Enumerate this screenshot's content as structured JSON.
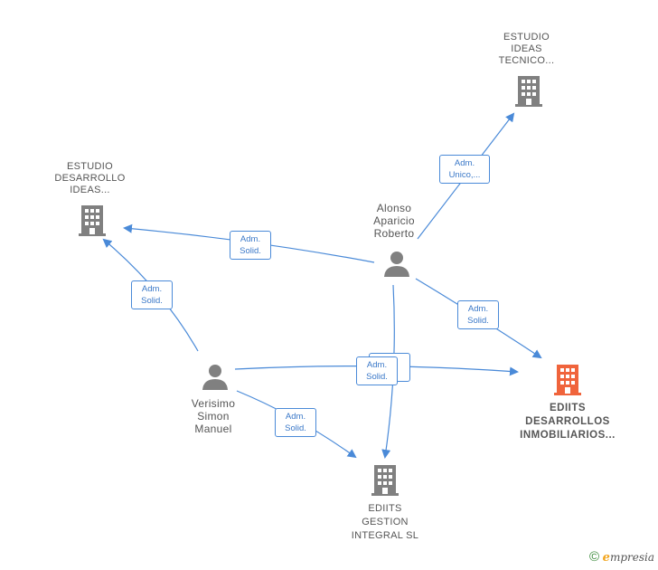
{
  "nodes": {
    "estudio_ideas_tecnico": {
      "label": [
        "ESTUDIO",
        "IDEAS",
        "TECNICO..."
      ]
    },
    "estudio_desarrollo_ideas": {
      "label": [
        "ESTUDIO",
        "DESARROLLO",
        "IDEAS..."
      ]
    },
    "alonso_aparicio_roberto": {
      "label": [
        "Alonso",
        "Aparicio",
        "Roberto"
      ]
    },
    "verisimo_simon_manuel": {
      "label": [
        "Verisimo",
        "Simon",
        "Manuel"
      ]
    },
    "ediits_desarrollos": {
      "label": [
        "EDIITS",
        "DESARROLLOS",
        "INMOBILIARIOS..."
      ]
    },
    "ediits_gestion": {
      "label": [
        "EDIITS",
        "GESTION",
        "INTEGRAL SL"
      ]
    }
  },
  "edges": {
    "alonso_to_estudio_ideas": [
      "Adm.",
      "Unico,..."
    ],
    "alonso_to_estudio_desarrollo": [
      "Adm.",
      "Solid."
    ],
    "verisimo_to_estudio_desarrollo": [
      "Adm.",
      "Solid."
    ],
    "alonso_to_ediits_desarrollos": [
      "Adm.",
      "Solid."
    ],
    "verisimo_to_ediits_desarrollos": [
      "Adm.",
      "Solid."
    ],
    "verisimo_to_ediits_gestion": [
      "Adm.",
      "Solid."
    ]
  },
  "colors": {
    "edge": "#4a8ad8",
    "company": "#808080",
    "focus_company": "#f0643c",
    "person": "#808080"
  },
  "footer": {
    "copyright": "©",
    "brand_e": "e",
    "brand_rest": "mpresia"
  }
}
